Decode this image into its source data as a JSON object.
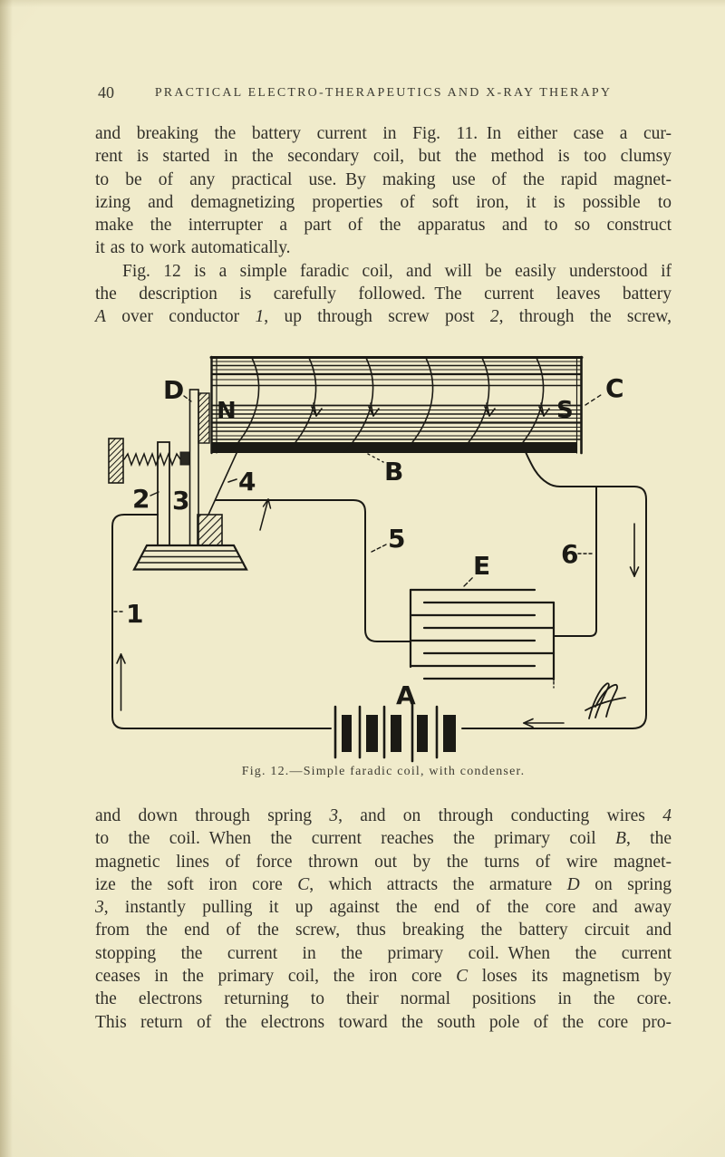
{
  "page": {
    "background_color": "#f0ebcb",
    "ink_color": "#32302a",
    "figure_ink_color": "#1b1a15"
  },
  "header": {
    "page_number": "40",
    "running_head": "PRACTICAL ELECTRO-THERAPEUTICS AND X-RAY THERAPY"
  },
  "body": {
    "paragraph_block_1": {
      "paragraphs": [
        {
          "lines": [
            {
              "j": true,
              "seg": [
                {
                  "t": "and breaking the battery current in Fig. 11. In either case a cur-"
                }
              ]
            },
            {
              "j": true,
              "seg": [
                {
                  "t": "rent is started in the secondary coil, but the method is too clumsy"
                }
              ]
            },
            {
              "j": true,
              "seg": [
                {
                  "t": "to be of any practical use. By making use of the rapid magnet-"
                }
              ]
            },
            {
              "j": true,
              "seg": [
                {
                  "t": "izing and demagnetizing properties of soft iron, it is possible to"
                }
              ]
            },
            {
              "j": true,
              "seg": [
                {
                  "t": "make the interrupter a part of the apparatus and to so construct"
                }
              ]
            },
            {
              "j": false,
              "seg": [
                {
                  "t": "it as to work automatically."
                }
              ]
            }
          ]
        },
        {
          "lines": [
            {
              "j": true,
              "indent": true,
              "seg": [
                {
                  "t": "Fig. 12 is a simple faradic coil, and will be easily understood if"
                }
              ]
            },
            {
              "j": true,
              "seg": [
                {
                  "t": "the description is carefully followed. The current leaves battery"
                }
              ]
            },
            {
              "j": true,
              "seg": [
                {
                  "t": "A",
                  "i": true
                },
                {
                  "t": " over conductor "
                },
                {
                  "t": "1",
                  "i": true
                },
                {
                  "t": ", up through screw post "
                },
                {
                  "t": "2",
                  "i": true
                },
                {
                  "t": ", through the screw,"
                }
              ]
            }
          ]
        }
      ]
    },
    "paragraph_block_2": {
      "paragraphs": [
        {
          "lines": [
            {
              "j": true,
              "seg": [
                {
                  "t": "and down through spring "
                },
                {
                  "t": "3",
                  "i": true
                },
                {
                  "t": ", and on through conducting wires "
                },
                {
                  "t": "4",
                  "i": true
                }
              ]
            },
            {
              "j": true,
              "seg": [
                {
                  "t": "to the coil. When the current reaches the primary coil "
                },
                {
                  "t": "B",
                  "i": true
                },
                {
                  "t": ", the"
                }
              ]
            },
            {
              "j": true,
              "seg": [
                {
                  "t": "magnetic lines of force thrown out by the turns of wire magnet-"
                }
              ]
            },
            {
              "j": true,
              "seg": [
                {
                  "t": "ize the soft iron core "
                },
                {
                  "t": "C",
                  "i": true
                },
                {
                  "t": ", which attracts the armature "
                },
                {
                  "t": "D",
                  "i": true
                },
                {
                  "t": " on spring"
                }
              ]
            },
            {
              "j": true,
              "seg": [
                {
                  "t": "3",
                  "i": true
                },
                {
                  "t": ", instantly pulling it up against the end of the core and away"
                }
              ]
            },
            {
              "j": true,
              "seg": [
                {
                  "t": "from the end of the screw, thus breaking the battery circuit and"
                }
              ]
            },
            {
              "j": true,
              "seg": [
                {
                  "t": "stopping the current in the primary coil. When the current"
                }
              ]
            },
            {
              "j": true,
              "seg": [
                {
                  "t": "ceases in the primary coil, the iron core "
                },
                {
                  "t": "C",
                  "i": true
                },
                {
                  "t": " loses its magnetism by"
                }
              ]
            },
            {
              "j": true,
              "seg": [
                {
                  "t": "the electrons returning to their normal positions in the core."
                }
              ]
            },
            {
              "j": true,
              "seg": [
                {
                  "t": "This return of the electrons toward the south pole of the core pro-"
                }
              ]
            }
          ]
        }
      ]
    }
  },
  "figure": {
    "caption": "Fig. 12.—Simple faradic coil, with condenser.",
    "labels": {
      "north_pole": "N",
      "south_pole": "S",
      "armature": "D",
      "core": "C",
      "primary_coil": "B",
      "condenser": "E",
      "battery": "A",
      "conductor_1": "1",
      "screw_post_2": "2",
      "spring_3": "3",
      "wires_4": "4",
      "wire_5": "5",
      "wire_6": "6"
    }
  }
}
